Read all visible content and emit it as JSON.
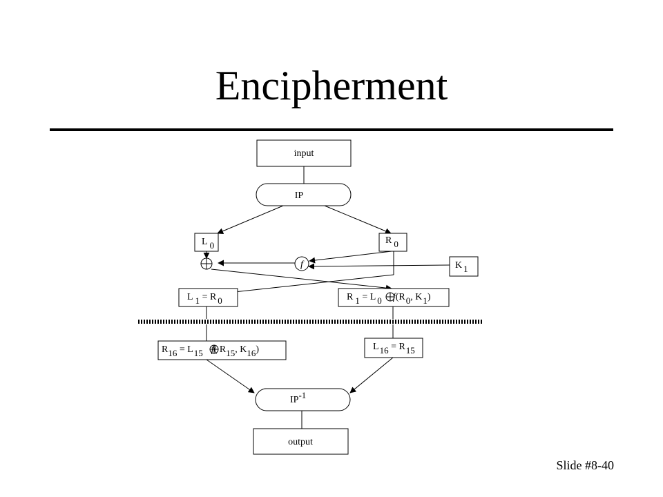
{
  "title": "Encipherment",
  "slide_number": "Slide #8-40",
  "nodes": {
    "input": "input",
    "ip": "IP",
    "output": "output",
    "f": "f",
    "ip_inv": {
      "base": "IP",
      "sup": "-1"
    },
    "l0": {
      "base": "L",
      "sub": "0"
    },
    "r0": {
      "base": "R",
      "sub": "0"
    },
    "k1": {
      "base": "K",
      "sub": "1"
    },
    "l1": {
      "a": "L",
      "a_sub": "1",
      "eq": " = R",
      "b_sub": "0"
    },
    "r1": {
      "a": "R",
      "a_sub": "1",
      "eq": " = L",
      "b_sub": "0",
      "f": "f",
      "open": "(R",
      "c_sub": "0",
      "comma": ", K",
      "d_sub": "1",
      "close": ")"
    },
    "r16": {
      "a": "R",
      "a_sub": "16",
      "eq": " = L",
      "b_sub": "15",
      "f": "f",
      "open": "( R",
      "c_sub": "15",
      "comma": ", K",
      "d_sub": "16",
      "close": ")"
    },
    "l16": {
      "a": "L",
      "a_sub": "16",
      "eq": " = R",
      "b_sub": "15"
    }
  }
}
